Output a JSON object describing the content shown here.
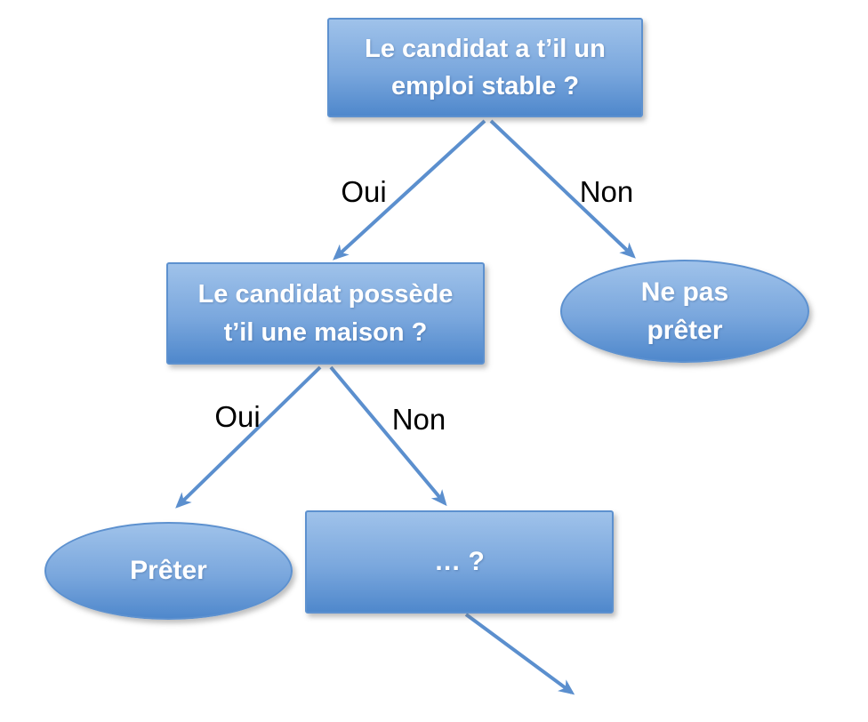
{
  "diagram": {
    "type": "decision_tree",
    "language": "fr",
    "background_color": "#ffffff",
    "colors": {
      "node_fill_top": "#9fc2ea",
      "node_fill_mid": "#7aa7dd",
      "node_fill_bottom": "#4f88cc",
      "node_border": "#5d91cf",
      "arrow": "#5b8fce",
      "node_text": "#ffffff",
      "edge_label_text": "#000000"
    },
    "nodes": [
      {
        "id": "q_emploi",
        "shape": "rect",
        "label": "Le candidat a t’il un emploi stable ?",
        "lines": [
          "Le candidat a t’il un",
          "emploi stable ?"
        ]
      },
      {
        "id": "q_maison",
        "shape": "rect",
        "label": "Le candidat possède t’il une maison ?",
        "lines": [
          "Le candidat possède",
          "t’il une maison ?"
        ]
      },
      {
        "id": "d_ne_pas_preter",
        "shape": "ellipse",
        "label": "Ne pas prêter",
        "lines": [
          "Ne pas",
          "prêter"
        ]
      },
      {
        "id": "d_preter",
        "shape": "ellipse",
        "label": "Prêter",
        "lines": [
          "Prêter"
        ]
      },
      {
        "id": "q_suite",
        "shape": "rect",
        "label": "… ?",
        "lines": [
          "… ?"
        ]
      }
    ],
    "edges": [
      {
        "from": "q_emploi",
        "to": "q_maison",
        "label": "Oui"
      },
      {
        "from": "q_emploi",
        "to": "d_ne_pas_preter",
        "label": "Non"
      },
      {
        "from": "q_maison",
        "to": "d_preter",
        "label": "Oui"
      },
      {
        "from": "q_maison",
        "to": "q_suite",
        "label": "Non"
      },
      {
        "from": "q_suite",
        "to": null,
        "label": ""
      }
    ]
  }
}
